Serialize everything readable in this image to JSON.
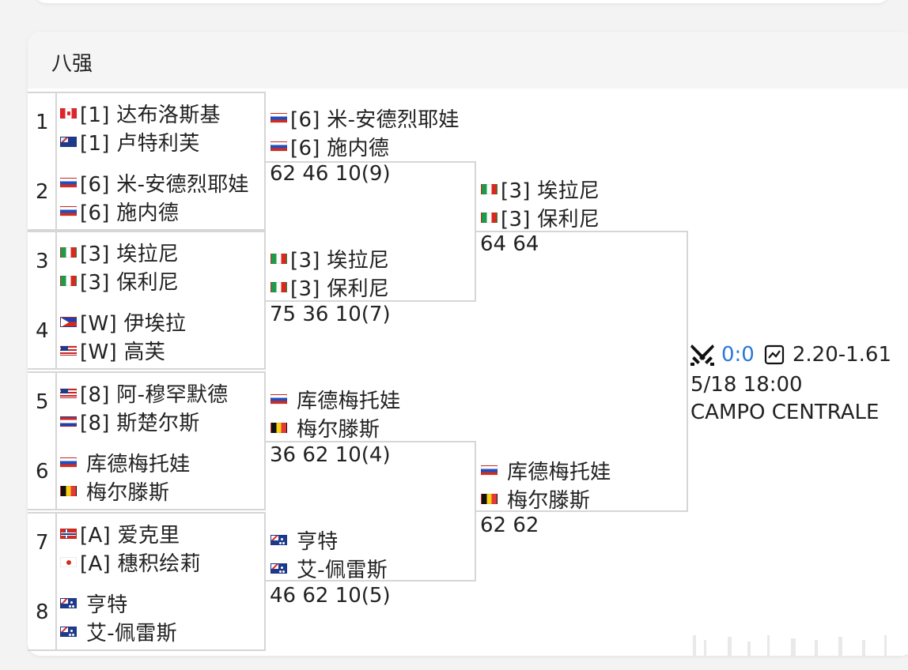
{
  "section": {
    "title": "八强"
  },
  "seeds": [
    "1",
    "2",
    "3",
    "4",
    "5",
    "6",
    "7",
    "8"
  ],
  "r1": [
    {
      "p1": {
        "flag": "ca",
        "label": "[1] 达布洛斯基"
      },
      "p2": {
        "flag": "nz",
        "label": "[1] 卢特利芙"
      }
    },
    {
      "p1": {
        "flag": "ru",
        "label": "[6] 米-安德烈耶娃"
      },
      "p2": {
        "flag": "ru",
        "label": "[6] 施内德"
      }
    },
    {
      "p1": {
        "flag": "it",
        "label": "[3] 埃拉尼"
      },
      "p2": {
        "flag": "it",
        "label": "[3] 保利尼"
      }
    },
    {
      "p1": {
        "flag": "ph",
        "label": "[W] 伊埃拉"
      },
      "p2": {
        "flag": "us",
        "label": "[W] 高芙"
      }
    },
    {
      "p1": {
        "flag": "us",
        "label": "[8] 阿-穆罕默德"
      },
      "p2": {
        "flag": "nl",
        "label": "[8] 斯楚尔斯"
      }
    },
    {
      "p1": {
        "flag": "ru",
        "label": "库德梅托娃"
      },
      "p2": {
        "flag": "be",
        "label": "梅尔滕斯"
      }
    },
    {
      "p1": {
        "flag": "no",
        "label": "[A] 爱克里"
      },
      "p2": {
        "flag": "jp",
        "label": "[A] 穗积绘莉"
      }
    },
    {
      "p1": {
        "flag": "au",
        "label": "亨特"
      },
      "p2": {
        "flag": "au",
        "label": "艾-佩雷斯"
      }
    }
  ],
  "r2": [
    {
      "p1": {
        "flag": "ru",
        "label": "[6] 米-安德烈耶娃"
      },
      "p2": {
        "flag": "ru",
        "label": "[6] 施内德"
      },
      "score": "62 46 10(9)"
    },
    {
      "p1": {
        "flag": "it",
        "label": "[3] 埃拉尼"
      },
      "p2": {
        "flag": "it",
        "label": "[3] 保利尼"
      },
      "score": "75 36 10(7)"
    },
    {
      "p1": {
        "flag": "ru",
        "label": "库德梅托娃"
      },
      "p2": {
        "flag": "be",
        "label": "梅尔滕斯"
      },
      "score": "36 62 10(4)"
    },
    {
      "p1": {
        "flag": "au",
        "label": "亨特"
      },
      "p2": {
        "flag": "au",
        "label": "艾-佩雷斯"
      },
      "score": "46 62 10(5)"
    }
  ],
  "sf": [
    {
      "p1": {
        "flag": "it",
        "label": "[3] 埃拉尼"
      },
      "p2": {
        "flag": "it",
        "label": "[3] 保利尼"
      },
      "score": "64 64"
    },
    {
      "p1": {
        "flag": "ru",
        "label": "库德梅托娃"
      },
      "p2": {
        "flag": "be",
        "label": "梅尔滕斯"
      },
      "score": "62 62"
    }
  ],
  "final": {
    "icon": "crossed-swords-icon",
    "score": "0:0",
    "odds_icon": "trend-chart-icon",
    "odds": "2.20-1.61",
    "datetime": "5/18 18:00",
    "venue": "CAMPO CENTRALE"
  },
  "colors": {
    "score_blue": "#2b78d8",
    "line": "#d6d6d6",
    "header_bg": "#f5f5f6"
  }
}
